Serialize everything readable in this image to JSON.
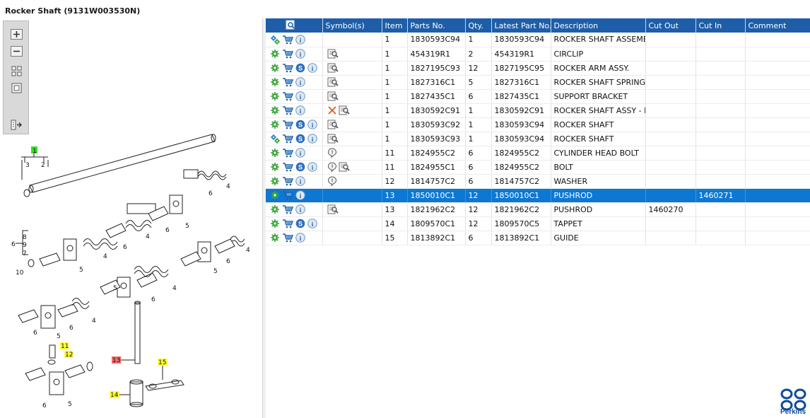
{
  "window": {
    "title": "Rocker Shaft (9131W003530N)"
  },
  "toolbar": {
    "buttons": [
      "zoom-in",
      "zoom-out",
      "fit-all",
      "fit-page",
      "export"
    ]
  },
  "table": {
    "columns": [
      "",
      "Symbol(s)",
      "Item",
      "Parts No.",
      "Qty.",
      "Latest Part No.",
      "Description",
      "Cut Out",
      "Cut In",
      "Comment"
    ],
    "rows": [
      {
        "icons": [
          "gears",
          "cart",
          "info"
        ],
        "symbols": [],
        "item": "1",
        "part_no": "1830593C94",
        "qty": "1",
        "latest_part_no": "1830593C94",
        "description": "ROCKER SHAFT ASSEMBLY",
        "cut_out": "",
        "cut_in": "",
        "comment": ""
      },
      {
        "icons": [
          "gear",
          "cart",
          "info"
        ],
        "symbols": [
          "magnify-doc"
        ],
        "item": "1",
        "part_no": "454319R1",
        "qty": "2",
        "latest_part_no": "454319R1",
        "description": "CIRCLIP",
        "cut_out": "",
        "cut_in": "",
        "comment": ""
      },
      {
        "icons": [
          "gear",
          "cart",
          "s",
          "info"
        ],
        "symbols": [
          "magnify-doc"
        ],
        "item": "1",
        "part_no": "1827195C93",
        "qty": "12",
        "latest_part_no": "1827195C95",
        "description": "ROCKER ARM ASSY.",
        "cut_out": "",
        "cut_in": "",
        "comment": ""
      },
      {
        "icons": [
          "gear",
          "cart",
          "info"
        ],
        "symbols": [
          "magnify-doc"
        ],
        "item": "1",
        "part_no": "1827316C1",
        "qty": "5",
        "latest_part_no": "1827316C1",
        "description": "ROCKER SHAFT SPRING",
        "cut_out": "",
        "cut_in": "",
        "comment": ""
      },
      {
        "icons": [
          "gear",
          "cart",
          "info"
        ],
        "symbols": [
          "magnify-doc"
        ],
        "item": "1",
        "part_no": "1827435C1",
        "qty": "6",
        "latest_part_no": "1827435C1",
        "description": "SUPPORT BRACKET",
        "cut_out": "",
        "cut_in": "",
        "comment": ""
      },
      {
        "icons": [
          "gear",
          "cart",
          "info"
        ],
        "symbols": [
          "cross",
          "magnify-doc"
        ],
        "item": "1",
        "part_no": "1830592C91",
        "qty": "1",
        "latest_part_no": "1830592C91",
        "description": "ROCKER SHAFT ASSY - MIN",
        "cut_out": "",
        "cut_in": "",
        "comment": ""
      },
      {
        "icons": [
          "gear",
          "cart",
          "s",
          "info"
        ],
        "symbols": [
          "magnify-doc"
        ],
        "item": "1",
        "part_no": "1830593C92",
        "qty": "1",
        "latest_part_no": "1830593C94",
        "description": "ROCKER SHAFT",
        "cut_out": "",
        "cut_in": "",
        "comment": ""
      },
      {
        "icons": [
          "gears",
          "cart",
          "s",
          "info"
        ],
        "symbols": [
          "magnify-doc"
        ],
        "item": "1",
        "part_no": "1830593C93",
        "qty": "1",
        "latest_part_no": "1830593C94",
        "description": "ROCKER SHAFT",
        "cut_out": "",
        "cut_in": "",
        "comment": ""
      },
      {
        "icons": [
          "gear",
          "cart",
          "info"
        ],
        "symbols": [
          "balloon"
        ],
        "item": "11",
        "part_no": "1824955C2",
        "qty": "6",
        "latest_part_no": "1824955C2",
        "description": "CYLINDER HEAD BOLT",
        "cut_out": "",
        "cut_in": "",
        "comment": ""
      },
      {
        "icons": [
          "gear",
          "cart",
          "s",
          "info"
        ],
        "symbols": [
          "balloon",
          "magnify-doc"
        ],
        "item": "11",
        "part_no": "1824955C1",
        "qty": "6",
        "latest_part_no": "1824955C2",
        "description": "BOLT",
        "cut_out": "",
        "cut_in": "",
        "comment": ""
      },
      {
        "icons": [
          "gear",
          "cart",
          "info"
        ],
        "symbols": [
          "balloon"
        ],
        "item": "12",
        "part_no": "1814757C2",
        "qty": "6",
        "latest_part_no": "1814757C2",
        "description": "WASHER",
        "cut_out": "",
        "cut_in": "",
        "comment": ""
      },
      {
        "icons": [
          "gear",
          "cart",
          "info"
        ],
        "symbols": [],
        "item": "13",
        "part_no": "1850010C1",
        "qty": "12",
        "latest_part_no": "1850010C1",
        "description": "PUSHROD",
        "cut_out": "",
        "cut_in": "1460271",
        "comment": "",
        "selected": true
      },
      {
        "icons": [
          "gear",
          "cart",
          "info"
        ],
        "symbols": [
          "magnify-doc"
        ],
        "item": "13",
        "part_no": "1821962C2",
        "qty": "12",
        "latest_part_no": "1821962C2",
        "description": "PUSHROD",
        "cut_out": "1460270",
        "cut_in": "",
        "comment": ""
      },
      {
        "icons": [
          "gear",
          "cart",
          "s",
          "info"
        ],
        "symbols": [],
        "item": "14",
        "part_no": "1809570C1",
        "qty": "12",
        "latest_part_no": "1809570C5",
        "description": "TAPPET",
        "cut_out": "",
        "cut_in": "",
        "comment": ""
      },
      {
        "icons": [
          "gear",
          "cart",
          "info"
        ],
        "symbols": [],
        "item": "15",
        "part_no": "1813892C1",
        "qty": "6",
        "latest_part_no": "1813892C1",
        "description": "GUIDE",
        "cut_out": "",
        "cut_in": "",
        "comment": ""
      }
    ]
  },
  "diagram": {
    "callouts": [
      "1",
      "2",
      "3",
      "4",
      "5",
      "6",
      "7",
      "8",
      "9",
      "10",
      "11",
      "12",
      "13",
      "14",
      "15"
    ],
    "highlight_colors": {
      "item_1": "#3ddc2e",
      "selected": "#f06a6a",
      "related": "#ffff33"
    }
  },
  "colors": {
    "header_bg": "#1e5ea8",
    "selected_row": "#0d78d4",
    "brand": "#0f4c97"
  },
  "brand": {
    "name": "Perkins"
  }
}
